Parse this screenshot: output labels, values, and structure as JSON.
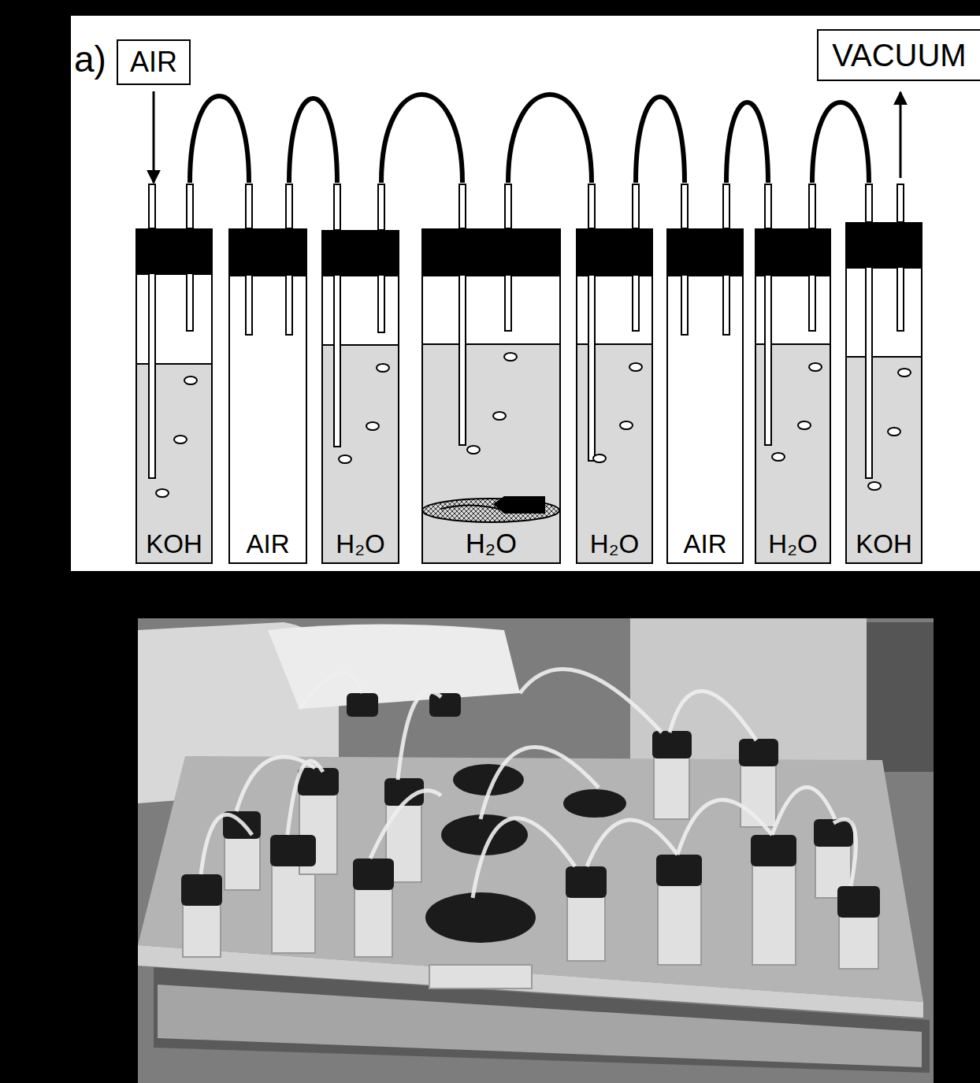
{
  "diagram": {
    "nodes": [
      {
        "text": [
          "AIR"
        ]
      },
      {
        "text": [
          "VACUUM"
        ]
      },
      {
        "text": [
          "KOH"
        ]
      },
      {
        "text": [
          "AIR"
        ]
      },
      {
        "text": [
          "H₂O"
        ]
      },
      {
        "text": [
          "H₂O"
        ]
      },
      {
        "text": [
          "H₂O"
        ]
      },
      {
        "text": [
          "AIR"
        ]
      },
      {
        "text": [
          "H₂O"
        ]
      },
      {
        "text": [
          "KOH"
        ]
      }
    ],
    "edges": [
      {
        "from": 0,
        "to": 2,
        "arrow": "to"
      },
      {
        "from": 2,
        "to": 3,
        "arrow": "none"
      },
      {
        "from": 3,
        "to": 4,
        "arrow": "none"
      },
      {
        "from": 4,
        "to": 5,
        "arrow": "none"
      },
      {
        "from": 5,
        "to": 6,
        "arrow": "none"
      },
      {
        "from": 6,
        "to": 7,
        "arrow": "none"
      },
      {
        "from": 7,
        "to": 8,
        "arrow": "none"
      },
      {
        "from": 8,
        "to": 9,
        "arrow": "none"
      },
      {
        "from": 9,
        "to": 1,
        "arrow": "to"
      }
    ],
    "labels": [
      "a)"
    ]
  }
}
